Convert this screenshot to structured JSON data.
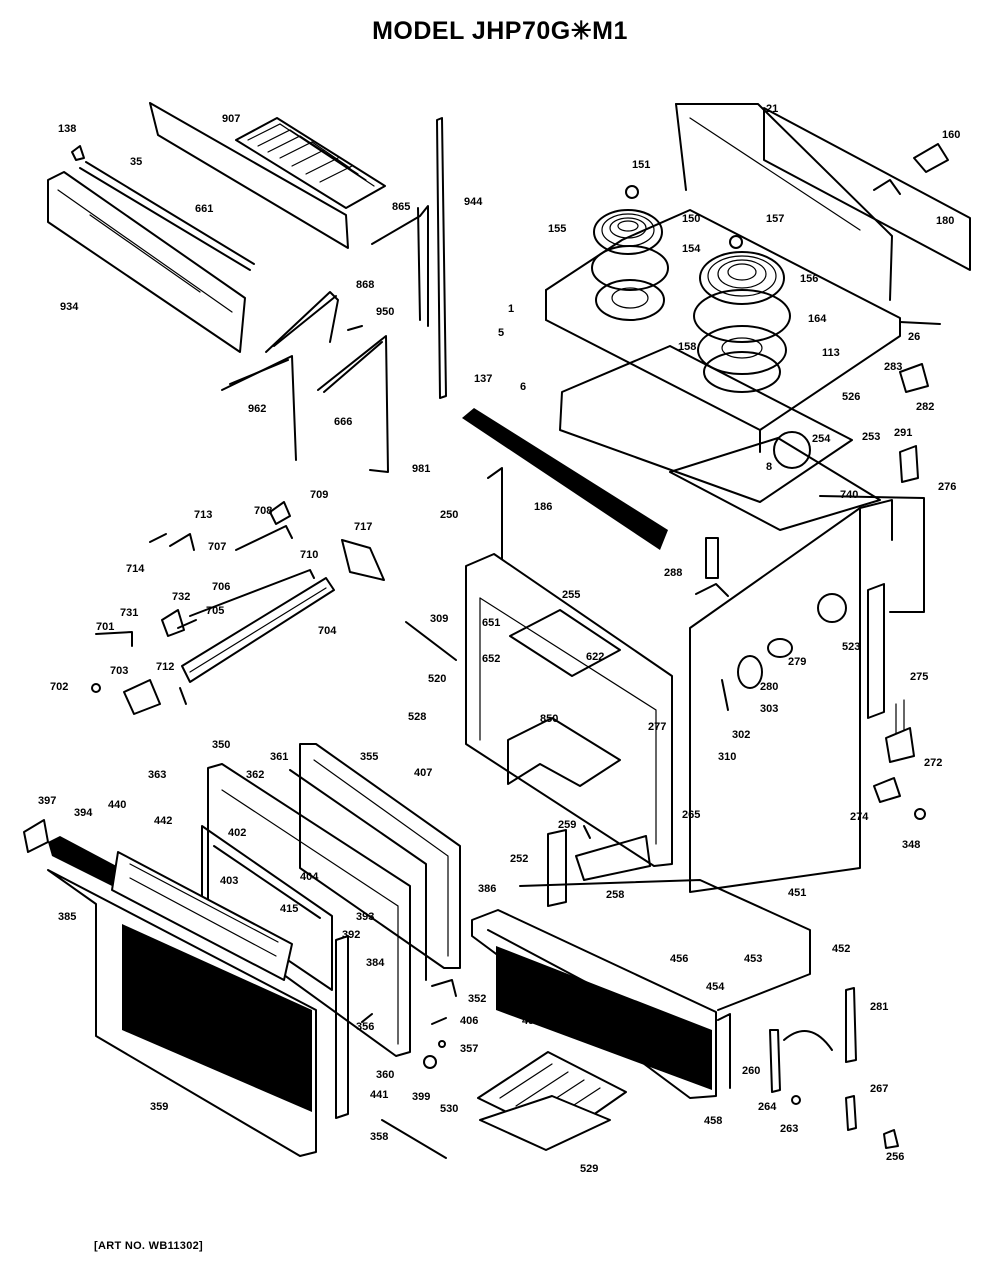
{
  "header": {
    "title": "MODEL JHP70G✳M1"
  },
  "footer": {
    "art_number": "[ART NO. WB11302]"
  },
  "part_labels": [
    "138",
    "907",
    "35",
    "661",
    "934",
    "865",
    "944",
    "868",
    "950",
    "962",
    "666",
    "151",
    "150",
    "155",
    "157",
    "154",
    "156",
    "164",
    "158",
    "160",
    "180",
    "21",
    "1",
    "26",
    "113",
    "5",
    "137",
    "6",
    "283",
    "526",
    "282",
    "254",
    "253",
    "291",
    "8",
    "186",
    "740",
    "276",
    "981",
    "250",
    "709",
    "708",
    "713",
    "717",
    "707",
    "710",
    "714",
    "706",
    "731",
    "732",
    "705",
    "704",
    "701",
    "703",
    "702",
    "712",
    "309",
    "255",
    "651",
    "652",
    "622",
    "520",
    "850",
    "528",
    "277",
    "288",
    "523",
    "279",
    "280",
    "303",
    "302",
    "275",
    "272",
    "310",
    "350",
    "355",
    "361",
    "362",
    "363",
    "407",
    "397",
    "394",
    "440",
    "442",
    "402",
    "403",
    "404",
    "415",
    "265",
    "259",
    "252",
    "258",
    "274",
    "348",
    "385",
    "451",
    "393",
    "392",
    "384",
    "386",
    "456",
    "453",
    "452",
    "454",
    "352",
    "406",
    "357",
    "356",
    "360",
    "457",
    "281",
    "260",
    "264",
    "263",
    "267",
    "530",
    "399",
    "441",
    "359",
    "358",
    "458",
    "529",
    "256"
  ]
}
